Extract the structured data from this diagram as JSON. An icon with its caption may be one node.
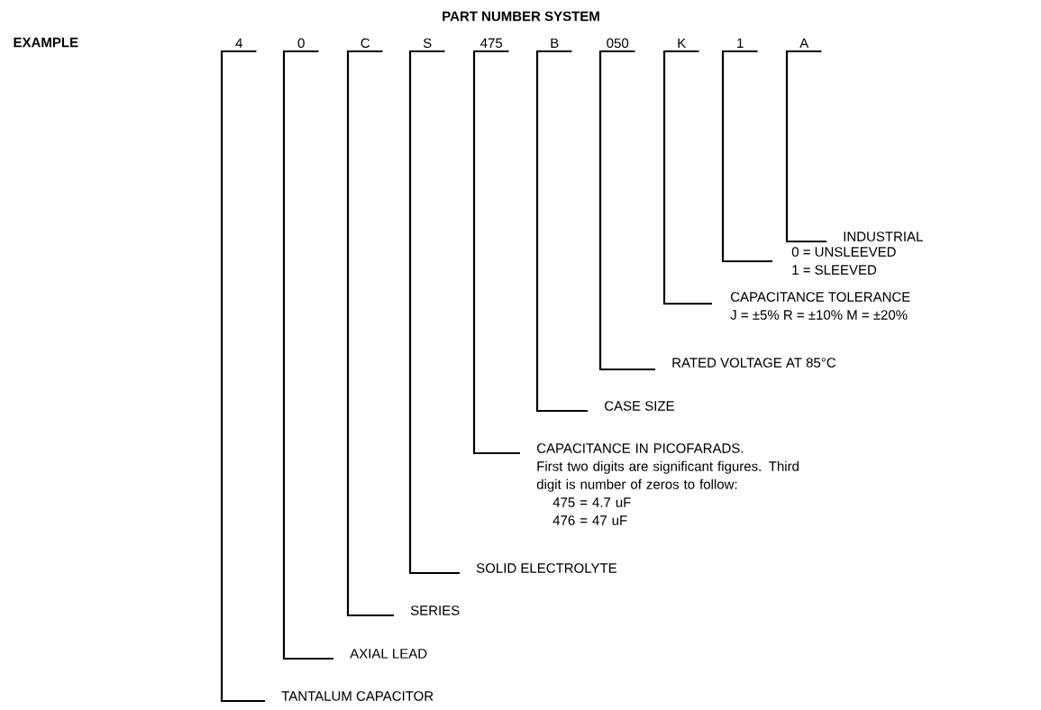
{
  "diagram": {
    "title": "PART NUMBER SYSTEM",
    "nodes": [
      {
        "text": [
          "4"
        ]
      },
      {
        "text": [
          "0"
        ]
      },
      {
        "text": [
          "C"
        ]
      },
      {
        "text": [
          "S"
        ]
      },
      {
        "text": [
          "475"
        ]
      },
      {
        "text": [
          "B"
        ]
      },
      {
        "text": [
          "050"
        ]
      },
      {
        "text": [
          "K"
        ]
      },
      {
        "text": [
          "1"
        ]
      },
      {
        "text": [
          "A"
        ]
      },
      {
        "text": [
          "INDUSTRIAL"
        ]
      },
      {
        "text": [
          "0 = UNSLEEVED",
          "1 = SLEEVED"
        ]
      },
      {
        "text": [
          "CAPACITANCE TOLERANCE",
          "J = ±5% R = ±10% M = ±20%"
        ]
      },
      {
        "text": [
          "RATED VOLTAGE AT 85°C"
        ]
      },
      {
        "text": [
          "CASE SIZE"
        ]
      },
      {
        "text": [
          "CAPACITANCE IN PICOFARADS.",
          "First two digits are significant figures. Third digit is number of zeros to follow:",
          "475 = 4.7 uF",
          "476 = 47 uF"
        ]
      },
      {
        "text": [
          "SOLID ELECTROLYTE"
        ]
      },
      {
        "text": [
          "SERIES"
        ]
      },
      {
        "text": [
          "AXIAL LEAD"
        ]
      },
      {
        "text": [
          "TANTALUM CAPACITOR"
        ]
      }
    ],
    "edges": [
      {
        "from": 0,
        "to": 19,
        "arrow": "none"
      },
      {
        "from": 1,
        "to": 18,
        "arrow": "none"
      },
      {
        "from": 2,
        "to": 17,
        "arrow": "none"
      },
      {
        "from": 3,
        "to": 16,
        "arrow": "none"
      },
      {
        "from": 4,
        "to": 15,
        "arrow": "none"
      },
      {
        "from": 5,
        "to": 14,
        "arrow": "none"
      },
      {
        "from": 6,
        "to": 13,
        "arrow": "none"
      },
      {
        "from": 7,
        "to": 12,
        "arrow": "none"
      },
      {
        "from": 8,
        "to": 11,
        "arrow": "none"
      },
      {
        "from": 9,
        "to": 10,
        "arrow": "none"
      }
    ],
    "labels": [
      "EXAMPLE"
    ]
  }
}
